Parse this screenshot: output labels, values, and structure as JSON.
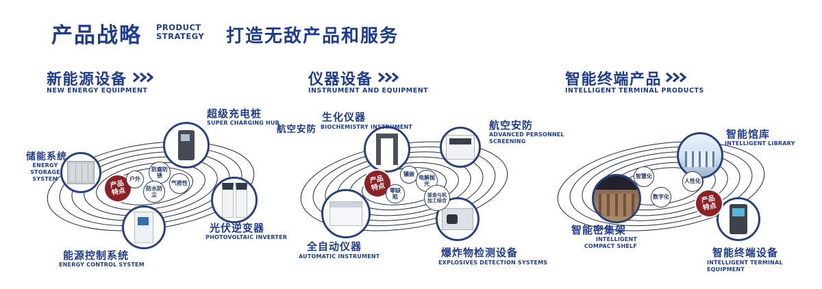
{
  "header": {
    "title": "产品战略",
    "subtitle_top": "PRODUCT",
    "subtitle_bottom": "STRATEGY",
    "tagline": "打造无敌产品和服务"
  },
  "colors": {
    "navy": "#1e3c8f",
    "badge_red": "#8e2125",
    "orbit_line": "#1c2740"
  },
  "sections": [
    {
      "title": "新能源设备",
      "subtitle": "NEW ENERGY EQUIPMENT",
      "badge": "产品特点",
      "features": [
        "户外",
        "防腐防锈",
        "气密性",
        "防水防尘"
      ],
      "nodes": [
        {
          "zh": "储能系统",
          "en": "ENERGY STORAGE SYSTEM"
        },
        {
          "zh": "超级充电桩",
          "en": "SUPER CHARGING HUB"
        },
        {
          "zh": "光伏逆变器",
          "en": "PHOTOVOLTAIC INVERTER"
        },
        {
          "zh": "能源控制系统",
          "en": "ENERGY CONTROL SYSTEM"
        }
      ]
    },
    {
      "title": "仪器设备",
      "subtitle": "INSTRUMENT AND EQUIPMENT",
      "badge": "产品特点",
      "extra_label": "航空安防",
      "features": [
        "镶嵌",
        "电解抛光",
        "零缺陷",
        "钣金与机加工结合"
      ],
      "nodes": [
        {
          "zh": "生化仪器",
          "en": "BIOCHEMISTRY INSTRUMENT"
        },
        {
          "zh": "航空安防",
          "en": "ADVANCED PERSONNEL SCREENING"
        },
        {
          "zh": "全自动仪器",
          "en": "AUTOMATIC INSTRUMENT"
        },
        {
          "zh": "爆炸物检测设备",
          "en": "EXPLOSIVES DETECTION SYSTEMS"
        }
      ]
    },
    {
      "title": "智能终端产品",
      "subtitle": "INTELLIGENT TERMINAL PRODUCTS",
      "badge": "产品特点",
      "features": [
        "智慧化",
        "人性化",
        "数字化"
      ],
      "nodes": [
        {
          "zh": "智能馆库",
          "en": "INTELLIGENT LIBRARY"
        },
        {
          "zh": "智能密集架",
          "en": "INTELLIGENT COMPACT SHELF"
        },
        {
          "zh": "智能终端设备",
          "en": "INTELLIGENT TERMINAL EQUIPMENT"
        }
      ]
    }
  ]
}
